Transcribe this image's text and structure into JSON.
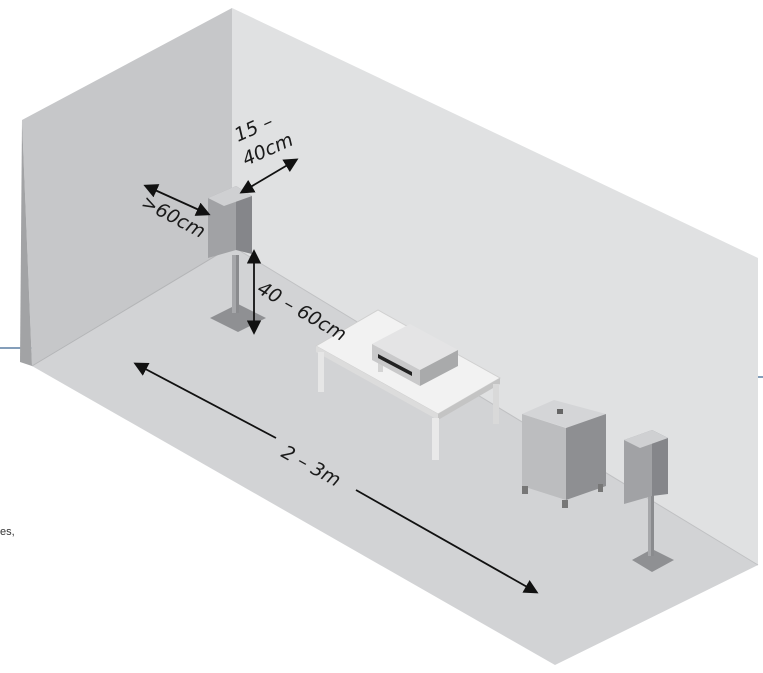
{
  "colors": {
    "back_wall": "#c6c7c9",
    "left_wall": "#a2a3a5",
    "side_wall": "#e0e1e2",
    "floor": "#d2d3d5",
    "speaker_light": "#b9babc",
    "speaker_mid": "#9c9da0",
    "speaker_dark": "#7d7e81",
    "table_top": "#f2f2f2",
    "accent_line": "#5b7fa3"
  },
  "labels": {
    "top_distance_line1": "15 –",
    "top_distance_line2": "40cm",
    "wall_distance": ">60cm",
    "stand_height": "40 – 60cm",
    "listening_distance": "2 – 3m"
  },
  "fragments": {
    "left_text": "es,"
  },
  "objects": {
    "front_speaker": "front-speaker",
    "amplifier": "amplifier",
    "subwoofer": "subwoofer",
    "rear_speaker": "rear-speaker"
  }
}
